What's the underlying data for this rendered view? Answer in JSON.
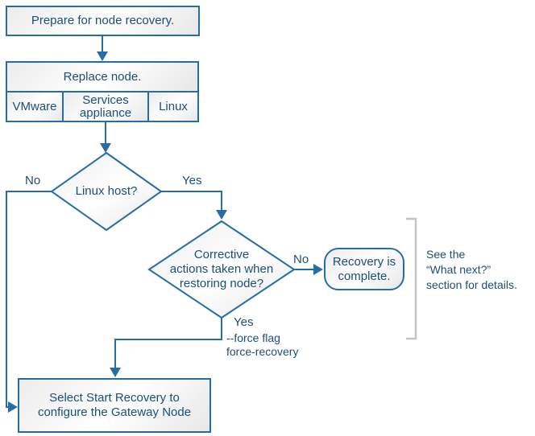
{
  "colors": {
    "line": "#266da8",
    "ink": "#1c4e79",
    "bracket": "#c4c4c4"
  },
  "nodes": {
    "prepare": "Prepare for node recovery.",
    "replace": "Replace node.",
    "platform_vmware": "VMware",
    "platform_services_appliance": "Services appliance",
    "platform_linux": "Linux",
    "linux_host": "Linux host?",
    "corrective": "Corrective\nactions taken when\nrestoring node?",
    "recovery_complete": "Recovery is\ncomplete.",
    "start_recovery": "Select Start Recovery to\nconfigure the Gateway Node"
  },
  "edge_labels": {
    "linux_host_no": "No",
    "linux_host_yes": "Yes",
    "corrective_no": "No",
    "corrective_yes": "Yes",
    "force_flag": "--force flag\nforce-recovery"
  },
  "annotation": "See the\n“What next?”\nsection for details."
}
